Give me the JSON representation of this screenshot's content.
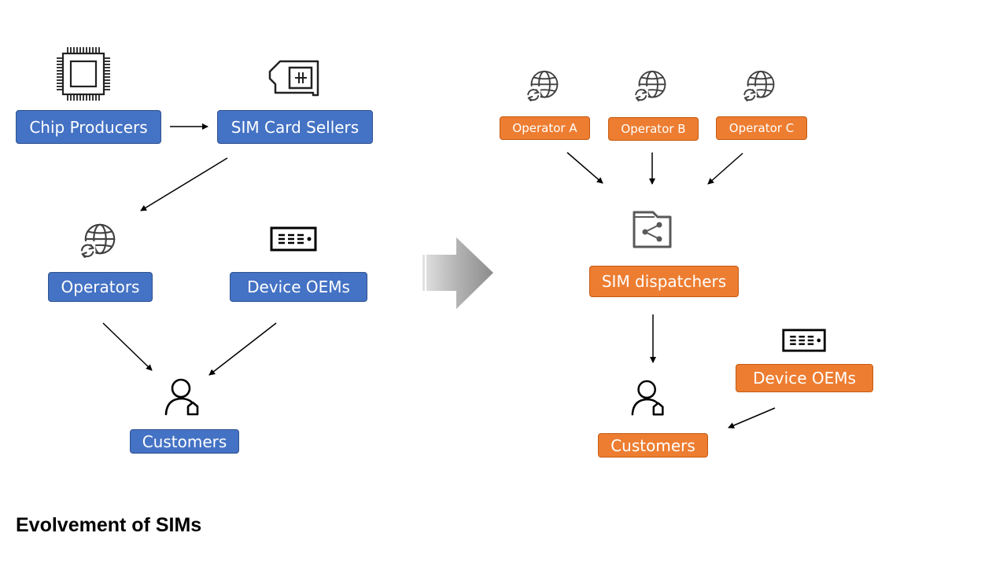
{
  "left": {
    "chip_producers": "Chip Producers",
    "sim_card_sellers": "SIM Card Sellers",
    "operators": "Operators",
    "device_oems": "Device OEMs",
    "customers": "Customers"
  },
  "right": {
    "operator_a": "Operator A",
    "operator_b": "Operator B",
    "operator_c": "Operator C",
    "sim_dispatchers": "SIM dispatchers",
    "device_oems": "Device OEMs",
    "customers": "Customers"
  },
  "title": "Evolvement of SIMs",
  "colors": {
    "left_box": "#4472c4",
    "right_box": "#ed7d31",
    "transition_arrow": "#8c8c8c"
  },
  "icons": {
    "chip": "chip-icon",
    "sim_card": "sim-card-icon",
    "operator": "globe-refresh-icon",
    "device": "device-icon",
    "customer": "person-icon",
    "dispatcher": "share-folder-icon",
    "transition": "big-right-arrow-icon"
  }
}
